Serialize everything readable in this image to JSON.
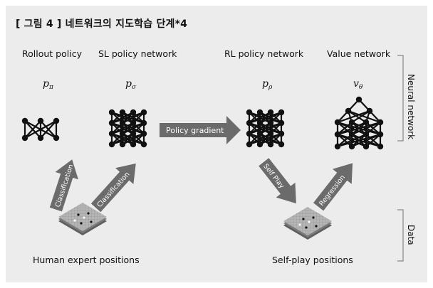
{
  "title": "[ 그림 4 ] 네트워크의 지도학습 단계*4",
  "columns": {
    "rollout_policy": "Rollout policy",
    "sl_policy_network": "SL policy network",
    "rl_policy_network": "RL policy network",
    "value_network": "Value network"
  },
  "symbols": {
    "rollout": {
      "base": "p",
      "sub": "π"
    },
    "sl": {
      "base": "p",
      "sub": "σ"
    },
    "rl": {
      "base": "p",
      "sub": "ρ"
    },
    "value": {
      "base": "v",
      "sub": "θ"
    }
  },
  "arrows": {
    "classification": "Classification",
    "policy_gradient": "Policy gradient",
    "self_play": "Self Play",
    "regression": "Regression"
  },
  "bottom": {
    "human_expert_positions": "Human expert positions",
    "self_play_positions": "Self-play positions"
  },
  "side_brackets": {
    "neural_network": "Neural network",
    "data": "Data"
  },
  "colors": {
    "background": "#ececec",
    "node": "#111111",
    "arrow": "#6b6b6b",
    "bracket": "#888888"
  }
}
